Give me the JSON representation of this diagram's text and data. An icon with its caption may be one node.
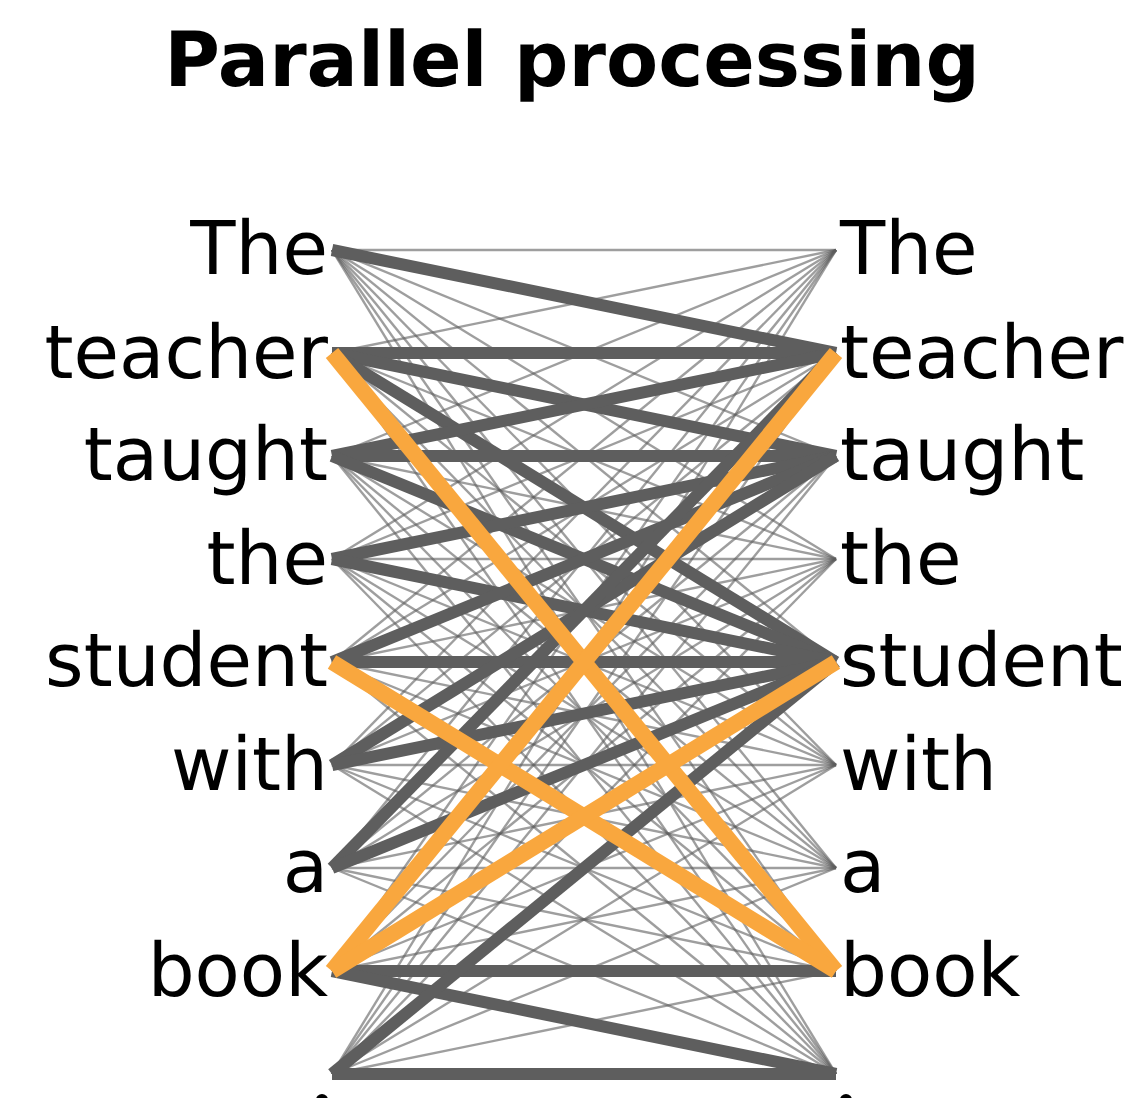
{
  "diagram": {
    "title": "Parallel processing",
    "nodes": [
      {
        "text": [
          "The"
        ]
      },
      {
        "text": [
          "teacher"
        ]
      },
      {
        "text": [
          "taught"
        ]
      },
      {
        "text": [
          "the"
        ]
      },
      {
        "text": [
          "student"
        ]
      },
      {
        "text": [
          "with"
        ]
      },
      {
        "text": [
          "a"
        ]
      },
      {
        "text": [
          "book"
        ]
      },
      {
        "text": [],
        "shape": "dot"
      },
      {
        "text": [
          "The"
        ]
      },
      {
        "text": [
          "teacher"
        ]
      },
      {
        "text": [
          "taught"
        ]
      },
      {
        "text": [
          "the"
        ]
      },
      {
        "text": [
          "student"
        ]
      },
      {
        "text": [
          "with"
        ]
      },
      {
        "text": [
          "a"
        ]
      },
      {
        "text": [
          "book"
        ]
      },
      {
        "text": [],
        "shape": "dot"
      }
    ],
    "edges": [
      {
        "from": 0,
        "to": 9,
        "arrow": "none"
      },
      {
        "from": 0,
        "to": 10,
        "arrow": "none",
        "style": "thick"
      },
      {
        "from": 0,
        "to": 11,
        "arrow": "none"
      },
      {
        "from": 0,
        "to": 12,
        "arrow": "none"
      },
      {
        "from": 0,
        "to": 13,
        "arrow": "none"
      },
      {
        "from": 0,
        "to": 14,
        "arrow": "none"
      },
      {
        "from": 0,
        "to": 15,
        "arrow": "none"
      },
      {
        "from": 0,
        "to": 16,
        "arrow": "none"
      },
      {
        "from": 0,
        "to": 17,
        "arrow": "none"
      },
      {
        "from": 1,
        "to": 9,
        "arrow": "none"
      },
      {
        "from": 1,
        "to": 10,
        "arrow": "none",
        "style": "thick"
      },
      {
        "from": 1,
        "to": 11,
        "arrow": "none",
        "style": "thick"
      },
      {
        "from": 1,
        "to": 12,
        "arrow": "none"
      },
      {
        "from": 1,
        "to": 13,
        "arrow": "none",
        "style": "thick"
      },
      {
        "from": 1,
        "to": 14,
        "arrow": "none"
      },
      {
        "from": 1,
        "to": 15,
        "arrow": "none"
      },
      {
        "from": 1,
        "to": 16,
        "arrow": "none",
        "style": "thick",
        "color": "#f9a73e"
      },
      {
        "from": 1,
        "to": 17,
        "arrow": "none"
      },
      {
        "from": 2,
        "to": 9,
        "arrow": "none"
      },
      {
        "from": 2,
        "to": 10,
        "arrow": "none",
        "style": "thick"
      },
      {
        "from": 2,
        "to": 11,
        "arrow": "none",
        "style": "thick"
      },
      {
        "from": 2,
        "to": 12,
        "arrow": "none"
      },
      {
        "from": 2,
        "to": 13,
        "arrow": "none",
        "style": "thick"
      },
      {
        "from": 2,
        "to": 14,
        "arrow": "none"
      },
      {
        "from": 2,
        "to": 15,
        "arrow": "none"
      },
      {
        "from": 2,
        "to": 16,
        "arrow": "none"
      },
      {
        "from": 2,
        "to": 17,
        "arrow": "none"
      },
      {
        "from": 3,
        "to": 9,
        "arrow": "none"
      },
      {
        "from": 3,
        "to": 10,
        "arrow": "none"
      },
      {
        "from": 3,
        "to": 11,
        "arrow": "none",
        "style": "thick"
      },
      {
        "from": 3,
        "to": 12,
        "arrow": "none"
      },
      {
        "from": 3,
        "to": 13,
        "arrow": "none",
        "style": "thick"
      },
      {
        "from": 3,
        "to": 14,
        "arrow": "none"
      },
      {
        "from": 3,
        "to": 15,
        "arrow": "none"
      },
      {
        "from": 3,
        "to": 16,
        "arrow": "none"
      },
      {
        "from": 3,
        "to": 17,
        "arrow": "none"
      },
      {
        "from": 4,
        "to": 9,
        "arrow": "none"
      },
      {
        "from": 4,
        "to": 10,
        "arrow": "none"
      },
      {
        "from": 4,
        "to": 11,
        "arrow": "none",
        "style": "thick"
      },
      {
        "from": 4,
        "to": 12,
        "arrow": "none"
      },
      {
        "from": 4,
        "to": 13,
        "arrow": "none",
        "style": "thick"
      },
      {
        "from": 4,
        "to": 14,
        "arrow": "none"
      },
      {
        "from": 4,
        "to": 15,
        "arrow": "none"
      },
      {
        "from": 4,
        "to": 16,
        "arrow": "none",
        "style": "thick",
        "color": "#f9a73e"
      },
      {
        "from": 4,
        "to": 17,
        "arrow": "none"
      },
      {
        "from": 5,
        "to": 9,
        "arrow": "none"
      },
      {
        "from": 5,
        "to": 10,
        "arrow": "none"
      },
      {
        "from": 5,
        "to": 11,
        "arrow": "none",
        "style": "thick"
      },
      {
        "from": 5,
        "to": 12,
        "arrow": "none"
      },
      {
        "from": 5,
        "to": 13,
        "arrow": "none",
        "style": "thick"
      },
      {
        "from": 5,
        "to": 14,
        "arrow": "none"
      },
      {
        "from": 5,
        "to": 15,
        "arrow": "none"
      },
      {
        "from": 5,
        "to": 16,
        "arrow": "none"
      },
      {
        "from": 5,
        "to": 17,
        "arrow": "none"
      },
      {
        "from": 6,
        "to": 9,
        "arrow": "none"
      },
      {
        "from": 6,
        "to": 10,
        "arrow": "none",
        "style": "thick"
      },
      {
        "from": 6,
        "to": 11,
        "arrow": "none"
      },
      {
        "from": 6,
        "to": 12,
        "arrow": "none"
      },
      {
        "from": 6,
        "to": 13,
        "arrow": "none",
        "style": "thick"
      },
      {
        "from": 6,
        "to": 14,
        "arrow": "none"
      },
      {
        "from": 6,
        "to": 15,
        "arrow": "none"
      },
      {
        "from": 6,
        "to": 16,
        "arrow": "none"
      },
      {
        "from": 6,
        "to": 17,
        "arrow": "none"
      },
      {
        "from": 7,
        "to": 9,
        "arrow": "none"
      },
      {
        "from": 7,
        "to": 10,
        "arrow": "none",
        "style": "thick",
        "color": "#f9a73e"
      },
      {
        "from": 7,
        "to": 11,
        "arrow": "none"
      },
      {
        "from": 7,
        "to": 12,
        "arrow": "none"
      },
      {
        "from": 7,
        "to": 13,
        "arrow": "none",
        "style": "thick",
        "color": "#f9a73e"
      },
      {
        "from": 7,
        "to": 14,
        "arrow": "none"
      },
      {
        "from": 7,
        "to": 15,
        "arrow": "none"
      },
      {
        "from": 7,
        "to": 16,
        "arrow": "none",
        "style": "thick"
      },
      {
        "from": 7,
        "to": 17,
        "arrow": "none",
        "style": "thick"
      },
      {
        "from": 8,
        "to": 9,
        "arrow": "none"
      },
      {
        "from": 8,
        "to": 10,
        "arrow": "none"
      },
      {
        "from": 8,
        "to": 11,
        "arrow": "none"
      },
      {
        "from": 8,
        "to": 12,
        "arrow": "none"
      },
      {
        "from": 8,
        "to": 13,
        "arrow": "none",
        "style": "thick"
      },
      {
        "from": 8,
        "to": 14,
        "arrow": "none"
      },
      {
        "from": 8,
        "to": 15,
        "arrow": "none"
      },
      {
        "from": 8,
        "to": 16,
        "arrow": "none"
      },
      {
        "from": 8,
        "to": 17,
        "arrow": "none",
        "style": "thick"
      }
    ]
  }
}
